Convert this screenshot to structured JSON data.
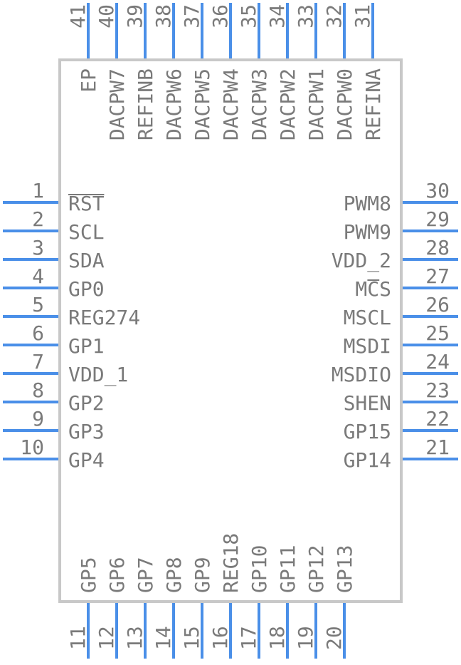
{
  "pins": {
    "left": [
      {
        "num": "1",
        "name": "RST",
        "overbar": "RST"
      },
      {
        "num": "2",
        "name": "SCL"
      },
      {
        "num": "3",
        "name": "SDA"
      },
      {
        "num": "4",
        "name": "GP0"
      },
      {
        "num": "5",
        "name": "REG274"
      },
      {
        "num": "6",
        "name": "GP1"
      },
      {
        "num": "7",
        "name": "VDD_1"
      },
      {
        "num": "8",
        "name": "GP2"
      },
      {
        "num": "9",
        "name": "GP3"
      },
      {
        "num": "10",
        "name": "GP4"
      }
    ],
    "right": [
      {
        "num": "30",
        "name": "PWM8"
      },
      {
        "num": "29",
        "name": "PWM9"
      },
      {
        "num": "28",
        "name": "VDD_2"
      },
      {
        "num": "27",
        "name": "MCS",
        "overbar": "C"
      },
      {
        "num": "26",
        "name": "MSCL"
      },
      {
        "num": "25",
        "name": "MSDI"
      },
      {
        "num": "24",
        "name": "MSDIO"
      },
      {
        "num": "23",
        "name": "SHEN"
      },
      {
        "num": "22",
        "name": "GP15"
      },
      {
        "num": "21",
        "name": "GP14"
      }
    ],
    "top": [
      {
        "num": "41",
        "name": "EP"
      },
      {
        "num": "40",
        "name": "DACPW7"
      },
      {
        "num": "39",
        "name": "REFINB"
      },
      {
        "num": "38",
        "name": "DACPW6"
      },
      {
        "num": "37",
        "name": "DACPW5"
      },
      {
        "num": "36",
        "name": "DACPW4"
      },
      {
        "num": "35",
        "name": "DACPW3"
      },
      {
        "num": "34",
        "name": "DACPW2"
      },
      {
        "num": "33",
        "name": "DACPW1"
      },
      {
        "num": "32",
        "name": "DACPW0"
      },
      {
        "num": "31",
        "name": "REFINA"
      }
    ],
    "bottom": [
      {
        "num": "11",
        "name": "GP5"
      },
      {
        "num": "12",
        "name": "GP6"
      },
      {
        "num": "13",
        "name": "GP7"
      },
      {
        "num": "14",
        "name": "GP8"
      },
      {
        "num": "15",
        "name": "GP9"
      },
      {
        "num": "16",
        "name": "REG18"
      },
      {
        "num": "17",
        "name": "GP10"
      },
      {
        "num": "18",
        "name": "GP11"
      },
      {
        "num": "19",
        "name": "GP12"
      },
      {
        "num": "20",
        "name": "GP13"
      }
    ]
  },
  "colors": {
    "pin": "#4a8fe8",
    "body": "#c8c8c8",
    "text": "#7a7a7a"
  }
}
